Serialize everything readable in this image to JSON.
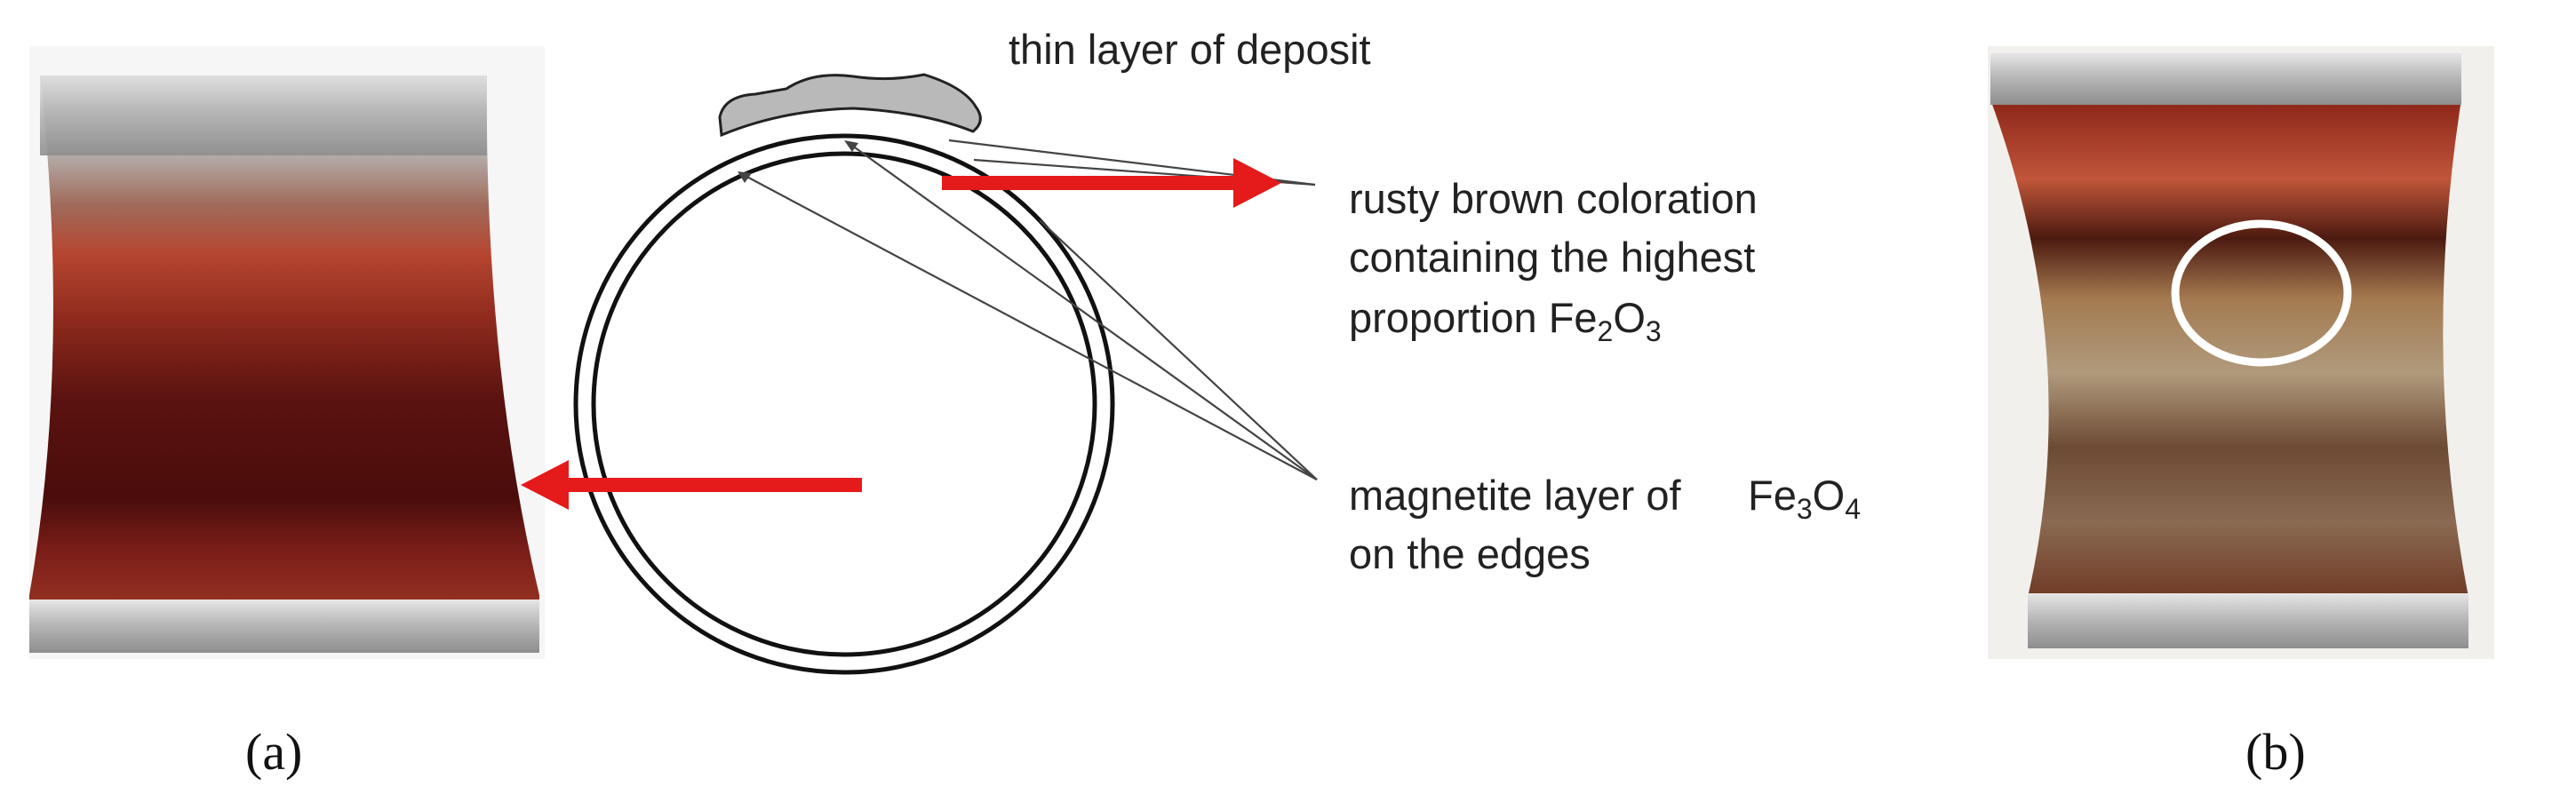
{
  "diagram": {
    "label_deposit": "thin layer of deposit",
    "label_rust_line1": "rusty brown coloration",
    "label_rust_line2": "containing the highest",
    "label_rust_line3_prefix": "proportion Fe",
    "label_rust_sub1": "2",
    "label_rust_mid": "O",
    "label_rust_sub2": "3",
    "label_magnetite_line1_prefix": "magnetite layer of",
    "label_magnetite_formula_fe": "Fe",
    "label_magnetite_sub1": "3",
    "label_magnetite_formula_o": "O",
    "label_magnetite_sub2": "4",
    "label_magnetite_line2": "on the edges"
  },
  "captions": {
    "left": "(a)",
    "right": "(b)"
  },
  "colors": {
    "arrow": "#e51a1a",
    "line": "#333333",
    "deposit_fill": "#b9b9b9",
    "rust": "#8a2a1c",
    "dark_rust": "#4a0f0c",
    "metal": "#c8c8c8",
    "circle_mark": "#ffffff"
  }
}
